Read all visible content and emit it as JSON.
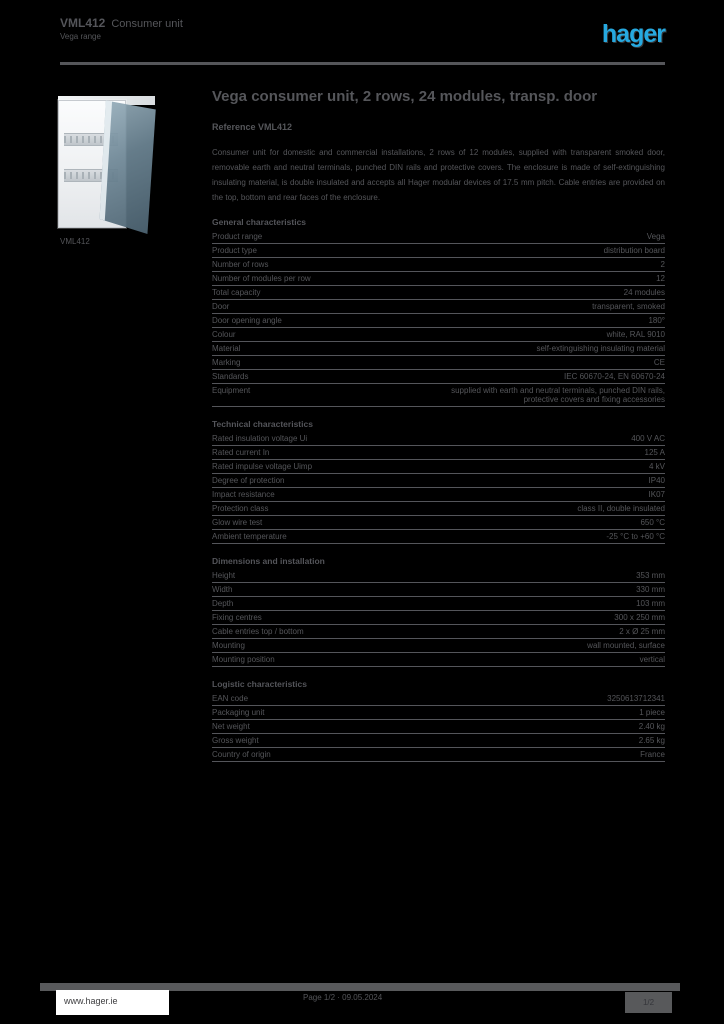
{
  "header": {
    "ref": "VML412",
    "title": "Consumer unit",
    "subtitle": "Vega range",
    "logo": "hager"
  },
  "figure": {
    "caption": "VML412"
  },
  "main": {
    "title": "Vega consumer unit, 2 rows, 24 modules, transp. door",
    "reference": "Reference VML412",
    "description": "Consumer unit for domestic and commercial installations, 2 rows of 12 modules, supplied with transparent smoked door, removable earth and neutral terminals, punched DIN rails and protective covers. The enclosure is made of self-extinguishing insulating material, is double insulated and accepts all Hager modular devices of 17.5 mm pitch. Cable entries are provided on the top, bottom and rear faces of the enclosure.",
    "sections": [
      {
        "title": "General characteristics",
        "rows": [
          {
            "label": "Product range",
            "value": "Vega"
          },
          {
            "label": "Product type",
            "value": "distribution board"
          },
          {
            "label": "Number of rows",
            "value": "2"
          },
          {
            "label": "Number of modules per row",
            "value": "12"
          },
          {
            "label": "Total capacity",
            "value": "24 modules"
          },
          {
            "label": "Door",
            "value": "transparent, smoked"
          },
          {
            "label": "Door opening angle",
            "value": "180°"
          },
          {
            "label": "Colour",
            "value": "white, RAL 9010"
          },
          {
            "label": "Material",
            "value": "self-extinguishing insulating material"
          },
          {
            "label": "Marking",
            "value": "CE"
          },
          {
            "label": "Standards",
            "value": "IEC 60670-24, EN 60670-24"
          },
          {
            "label": "Equipment",
            "value": "supplied with earth and neutral terminals, punched DIN rails, protective covers and fixing accessories"
          }
        ]
      },
      {
        "title": "Technical characteristics",
        "rows": [
          {
            "label": "Rated insulation voltage Ui",
            "value": "400 V AC"
          },
          {
            "label": "Rated current In",
            "value": "125 A"
          },
          {
            "label": "Rated impulse voltage Uimp",
            "value": "4 kV"
          },
          {
            "label": "Degree of protection",
            "value": "IP40"
          },
          {
            "label": "Impact resistance",
            "value": "IK07"
          },
          {
            "label": "Protection class",
            "value": "class II, double insulated"
          },
          {
            "label": "Glow wire test",
            "value": "650 °C"
          },
          {
            "label": "Ambient temperature",
            "value": "-25 °C to +60 °C"
          }
        ]
      },
      {
        "title": "Dimensions and installation",
        "rows": [
          {
            "label": "Height",
            "value": "353 mm"
          },
          {
            "label": "Width",
            "value": "330 mm"
          },
          {
            "label": "Depth",
            "value": "103 mm"
          },
          {
            "label": "Fixing centres",
            "value": "300 x 250 mm"
          },
          {
            "label": "Cable entries top / bottom",
            "value": "2 x Ø 25 mm"
          },
          {
            "label": "Mounting",
            "value": "wall mounted, surface"
          },
          {
            "label": "Mounting position",
            "value": "vertical"
          }
        ]
      },
      {
        "title": "Logistic characteristics",
        "rows": [
          {
            "label": "EAN code",
            "value": "3250613712341"
          },
          {
            "label": "Packaging unit",
            "value": "1 piece"
          },
          {
            "label": "Net weight",
            "value": "2.40 kg"
          },
          {
            "label": "Gross weight",
            "value": "2.65 kg"
          },
          {
            "label": "Country of origin",
            "value": "France"
          }
        ]
      }
    ]
  },
  "footer": {
    "website": "www.hager.ie",
    "center": "Page 1/2 · 09.05.2024",
    "page": "1/2"
  },
  "colors": {
    "accent": "#26a9e0",
    "text_gray": "#58595b",
    "page_background": "#000000"
  }
}
